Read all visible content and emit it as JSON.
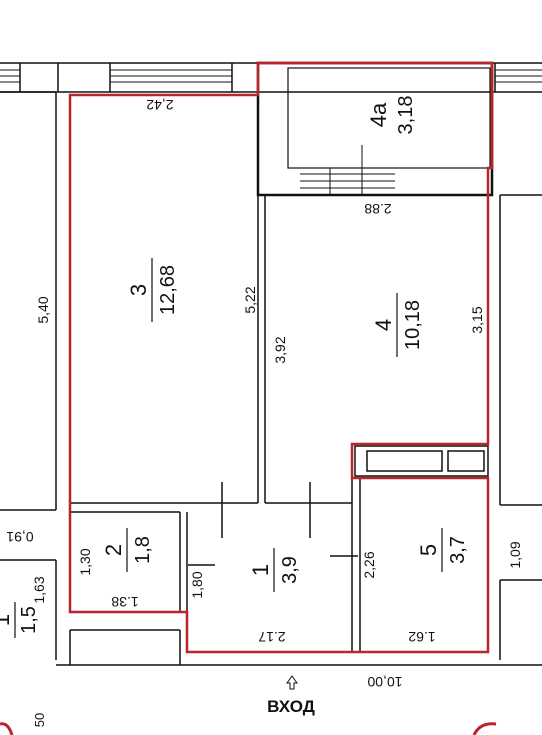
{
  "colors": {
    "apartment_outline": "#b8262b",
    "wall": "#111111",
    "background": "#ffffff"
  },
  "rooms": {
    "r3": {
      "number": "3",
      "area": "12,68"
    },
    "r4": {
      "number": "4",
      "area": "10,18"
    },
    "r4a": {
      "number": "4а",
      "area": "3,18"
    },
    "r1": {
      "number": "1",
      "area": "3,9"
    },
    "r2": {
      "number": "2",
      "area": "1,8"
    },
    "r5": {
      "number": "5",
      "area": "3,7"
    },
    "neighbor_left": {
      "number": "1",
      "area": "1,5"
    }
  },
  "dimensions": {
    "d_242": "2,42",
    "d_540": "5,40",
    "d_522": "5,22",
    "d_392": "3,92",
    "d_315": "3,15",
    "d_288": "2.88",
    "d_130": "1,30",
    "d_138": "1.38",
    "d_180": "1,80",
    "d_226": "2,26",
    "d_217": "2.17",
    "d_162": "1.62",
    "d_109": "1,09",
    "d_1000": "10,00",
    "d_091": "0,91",
    "d_163": "1,63",
    "d_50": "50"
  },
  "entry": {
    "label": "ВХОД",
    "arrow": "up-arrow-icon"
  }
}
